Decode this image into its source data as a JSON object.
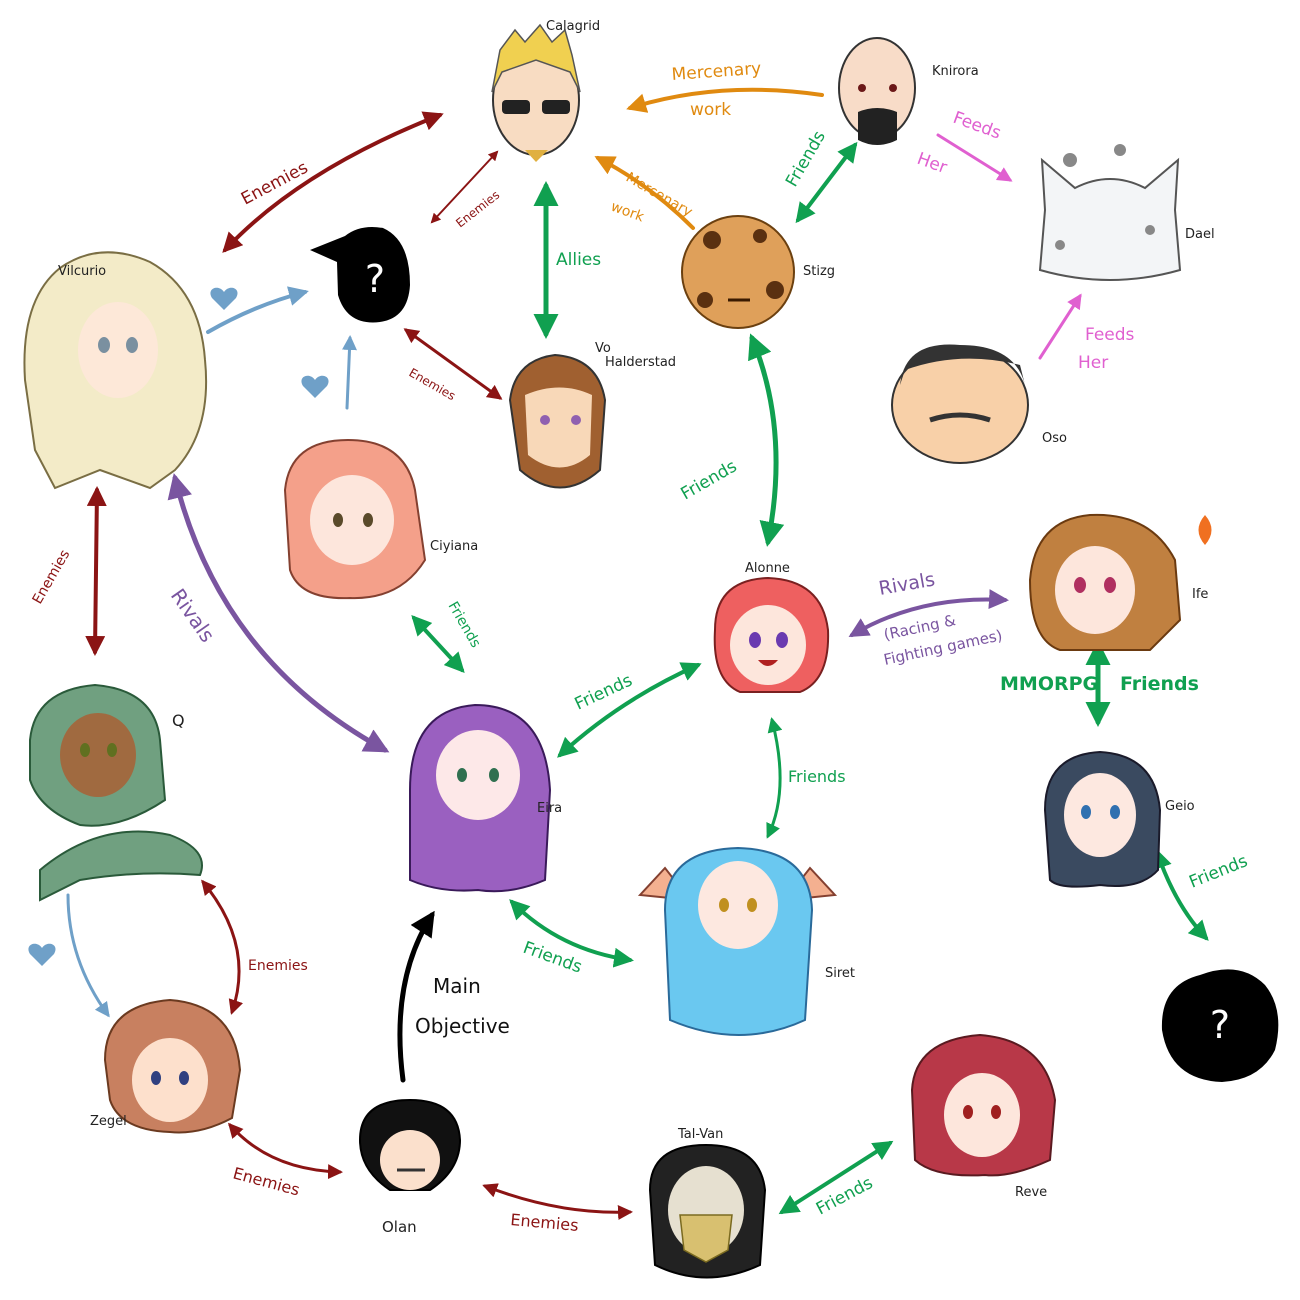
{
  "colors": {
    "enemies": "#8b1414",
    "friends": "#10a050",
    "rivals": "#7a55a0",
    "mercenary": "#e08a10",
    "feeds": "#e060d0",
    "love": "#6fa0c8",
    "objective": "#000000"
  },
  "characters": {
    "calagrid": "Calagrid",
    "knirora": "Knirora",
    "dael": "Dael",
    "vilcurio": "Vilcurio",
    "stizg": "Stizg",
    "vo_halderstad_1": "Vo",
    "vo_halderstad_2": "Halderstad",
    "oso": "Oso",
    "ciyiana": "Ciyiana",
    "alonne": "Alonne",
    "ife": "Ife",
    "q": "Q",
    "eira": "Eira",
    "geio": "Geio",
    "siret": "Siret",
    "zegel": "Zegel",
    "tal_van": "Tal-Van",
    "reve": "Reve",
    "olan": "Olan",
    "unknown_1": "?",
    "unknown_2": "?"
  },
  "relationships": {
    "vilcurio_calagrid": "Enemies",
    "calagrid_unknown": "Enemies",
    "mercenary_knirora_1": "Mercenary",
    "mercenary_knirora_2": "work",
    "mercenary_stizg_1": "Mercenary",
    "mercenary_stizg_2": "work",
    "allies": "Allies",
    "stizg_knirora": "Friends",
    "feeds_knirora_1": "Feeds",
    "feeds_knirora_2": "Her",
    "feeds_oso_1": "Feeds",
    "feeds_oso_2": "Her",
    "unknown_vo": "Enemies",
    "stizg_alonne": "Friends",
    "vilcurio_q": "Enemies",
    "rivals_vilcurio_eira": "Rivals",
    "ciyiana_eira": "Friends",
    "eira_alonne": "Friends",
    "rivals_alonne_ife": "Rivals",
    "rivals_sub_1": "(Racing &",
    "rivals_sub_2": "Fighting games)",
    "mmorpg": "MMORPG",
    "ife_geio": "Friends",
    "alonne_siret": "Friends",
    "eira_siret": "Friends",
    "geio_unknown": "Friends",
    "q_zegel": "Enemies",
    "main_objective_1": "Main",
    "main_objective_2": "Objective",
    "zegel_olan": "Enemies",
    "olan_talvan": "Enemies",
    "talvan_reve": "Friends"
  }
}
